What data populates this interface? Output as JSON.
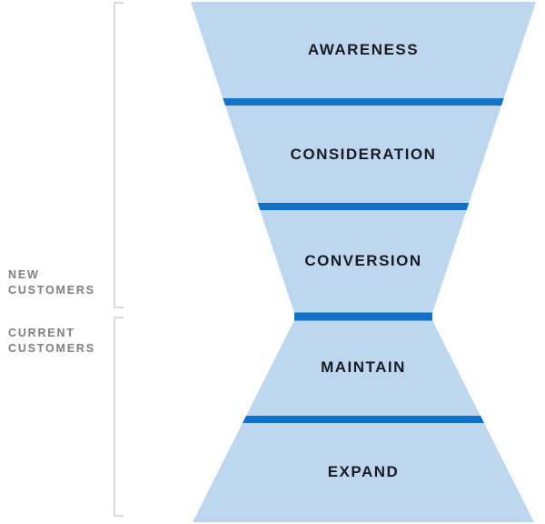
{
  "funnel": {
    "stages": [
      {
        "label": "AWARENESS"
      },
      {
        "label": "CONSIDERATION"
      },
      {
        "label": "CONVERSION"
      },
      {
        "label": "MAINTAIN"
      },
      {
        "label": "EXPAND"
      }
    ],
    "colors": {
      "fill": "#BDD7EF",
      "divider": "#1272C8",
      "stage_text": "#1A1A24"
    }
  },
  "side": {
    "new_customers": "NEW\nCUSTOMERS",
    "current_customers": "CURRENT\nCUSTOMERS",
    "text_color": "#7F7F7F",
    "bracket_color": "#DBDBDB"
  }
}
